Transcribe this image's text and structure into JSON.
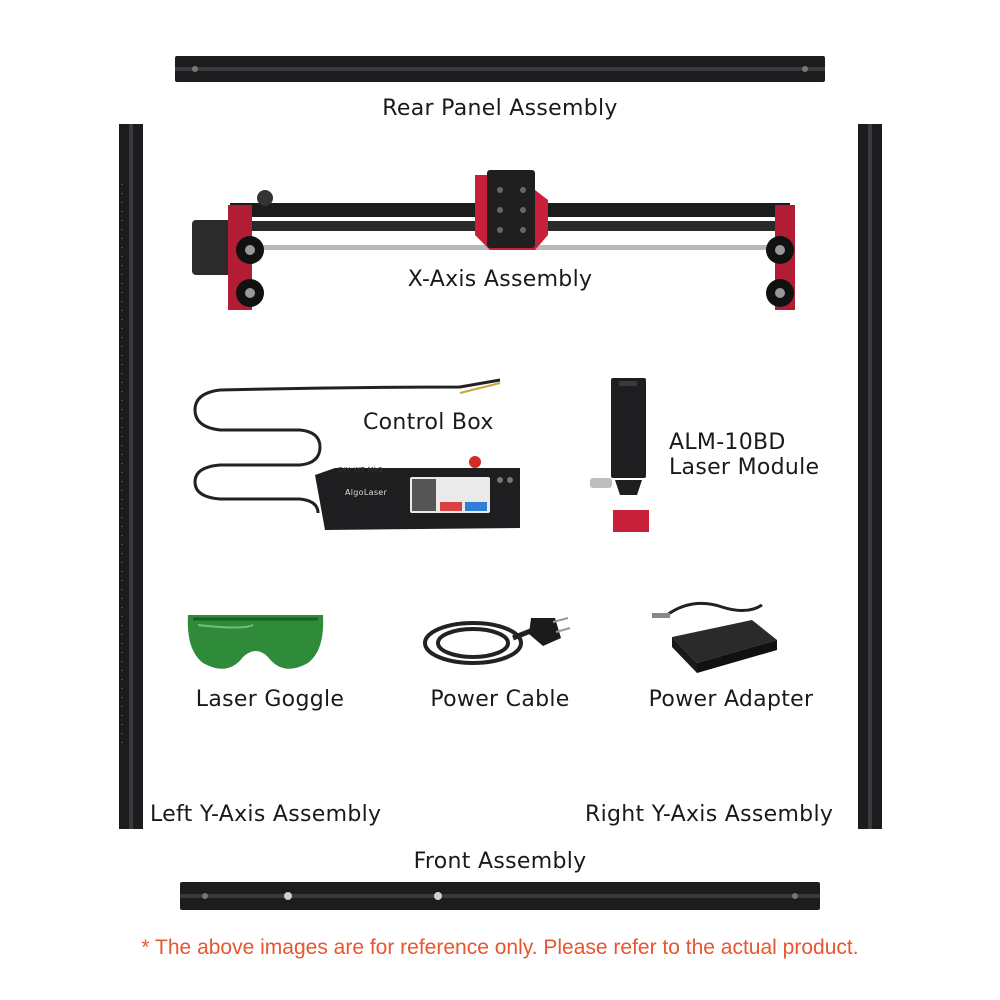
{
  "components": {
    "rear_panel": "Rear Panel Assembly",
    "x_axis": "X-Axis Assembly",
    "control_box": "Control Box",
    "laser_module_line1": "ALM-10BD",
    "laser_module_line2": "Laser Module",
    "laser_goggle": "Laser Goggle",
    "power_cable": "Power Cable",
    "power_adapter": "Power Adapter",
    "left_y_axis": "Left Y-Axis Assembly",
    "right_y_axis": "Right Y-Axis Assembly",
    "front": "Front Assembly"
  },
  "device_text": {
    "kit_label": "DIY KIT Mk2",
    "brand": "AlgoLaser"
  },
  "disclaimer": "* The above images are for reference only. Please refer to the actual product.",
  "colors": {
    "rail": "#1c1c1e",
    "accent_red": "#c8203a",
    "goggle_green": "#2f8a3a",
    "note": "#e8552e"
  }
}
